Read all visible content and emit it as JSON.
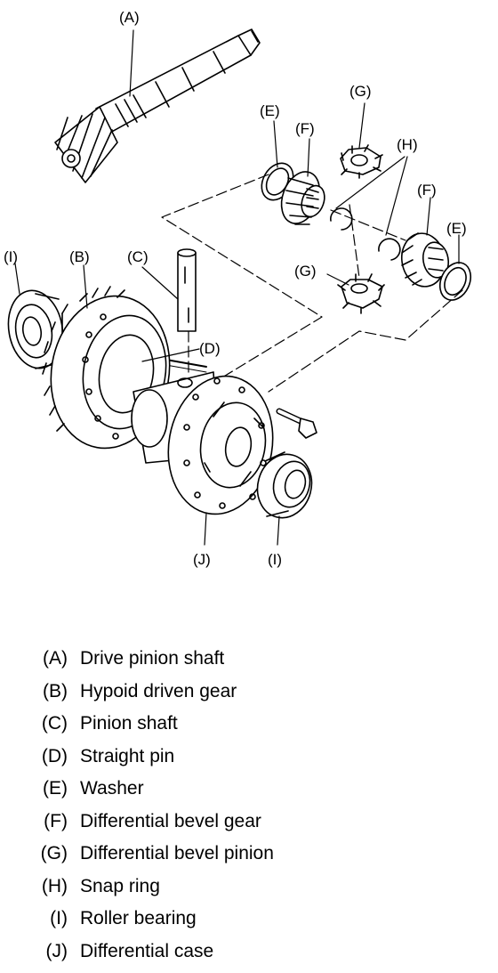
{
  "labels": {
    "A": "(A)",
    "B": "(B)",
    "C": "(C)",
    "D": "(D)",
    "E": "(E)",
    "F": "(F)",
    "G": "(G)",
    "H": "(H)",
    "I": "(I)",
    "J": "(J)"
  },
  "legend": [
    {
      "key": "(A)",
      "desc": "Drive pinion shaft"
    },
    {
      "key": "(B)",
      "desc": "Hypoid driven gear"
    },
    {
      "key": "(C)",
      "desc": "Pinion shaft"
    },
    {
      "key": "(D)",
      "desc": "Straight pin"
    },
    {
      "key": "(E)",
      "desc": "Washer"
    },
    {
      "key": "(F)",
      "desc": "Differential bevel gear"
    },
    {
      "key": "(G)",
      "desc": "Differential bevel pinion"
    },
    {
      "key": "(H)",
      "desc": "Snap ring"
    },
    {
      "key": "(I)",
      "desc": "Roller bearing"
    },
    {
      "key": "(J)",
      "desc": "Differential case"
    }
  ]
}
